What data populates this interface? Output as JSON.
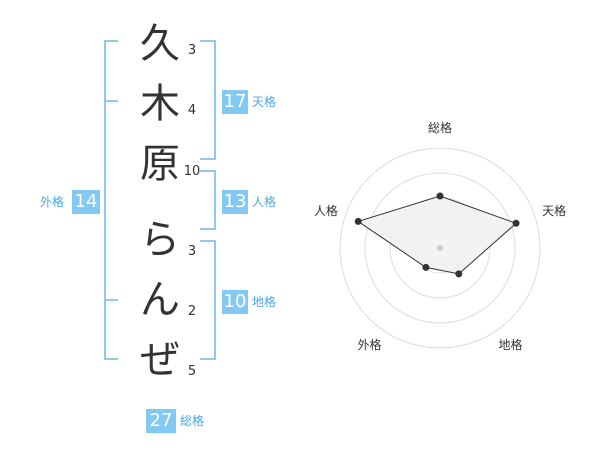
{
  "name": {
    "chars": [
      "久",
      "木",
      "原",
      "ら",
      "ん",
      "ぜ"
    ],
    "strokes": [
      "3",
      "4",
      "10",
      "3",
      "2",
      "5"
    ]
  },
  "fortune": {
    "tenkaku": {
      "value": "17",
      "label": "天格"
    },
    "jinkaku": {
      "value": "13",
      "label": "人格"
    },
    "chikaku": {
      "value": "10",
      "label": "地格"
    },
    "gaikaku": {
      "value": "14",
      "label": "外格"
    },
    "soukaku": {
      "value": "27",
      "label": "総格"
    }
  },
  "chart_data": {
    "type": "radar",
    "axes": [
      "総格",
      "天格",
      "地格",
      "外格",
      "人格"
    ],
    "values": [
      2.6,
      4.0,
      1.6,
      1.2,
      4.3
    ],
    "rmax": 5,
    "rings": 4
  },
  "colors": {
    "accent": "#84c9f2",
    "bracket": "#8ec8ee",
    "label": "#4aa8e0",
    "text": "#333333"
  }
}
